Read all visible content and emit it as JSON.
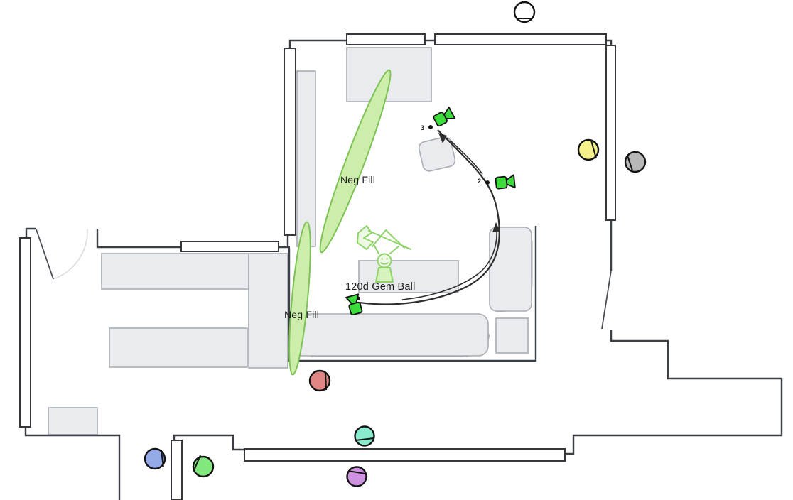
{
  "canvas": {
    "type": "film-set-floor-plan-camera-blocking",
    "description": "Overhead floor plan with camera dolly move, lighting and character marks"
  },
  "annotations": {
    "neg_fill_top": "Neg Fill",
    "neg_fill_bottom": "Neg Fill",
    "gem_ball": "120d Gem Ball"
  },
  "camera_positions": [
    {
      "id": "camera-1",
      "label": ""
    },
    {
      "id": "camera-2",
      "label": "2"
    },
    {
      "id": "camera-3",
      "label": "3"
    }
  ],
  "characters": [
    {
      "name": "white-character",
      "color": "#ffffff",
      "facing": "down"
    },
    {
      "name": "yellow-character",
      "color": "#f6f18b",
      "facing": "right"
    },
    {
      "name": "gray-character",
      "color": "#b7b7b7",
      "facing": "left"
    },
    {
      "name": "red-character",
      "color": "#e08484",
      "facing": "right"
    },
    {
      "name": "cyan-character",
      "color": "#8aeccf",
      "facing": "down"
    },
    {
      "name": "blue-character",
      "color": "#93a9e8",
      "facing": "right"
    },
    {
      "name": "green-character",
      "color": "#82e87e",
      "facing": "left"
    },
    {
      "name": "purple-character",
      "color": "#cf92e0",
      "facing": "up"
    }
  ],
  "colors": {
    "wall": "#3b4046",
    "furniture_fill": "#e9ebee",
    "furniture_stroke": "#a8adb4",
    "camera_green": "#3ddc3d",
    "negfill_fill": "#cdeeab",
    "negfill_stroke": "#7cc254",
    "person_green": "#8fd46b",
    "track": "#2e2e2e",
    "label_text": "#1b1b1b"
  }
}
